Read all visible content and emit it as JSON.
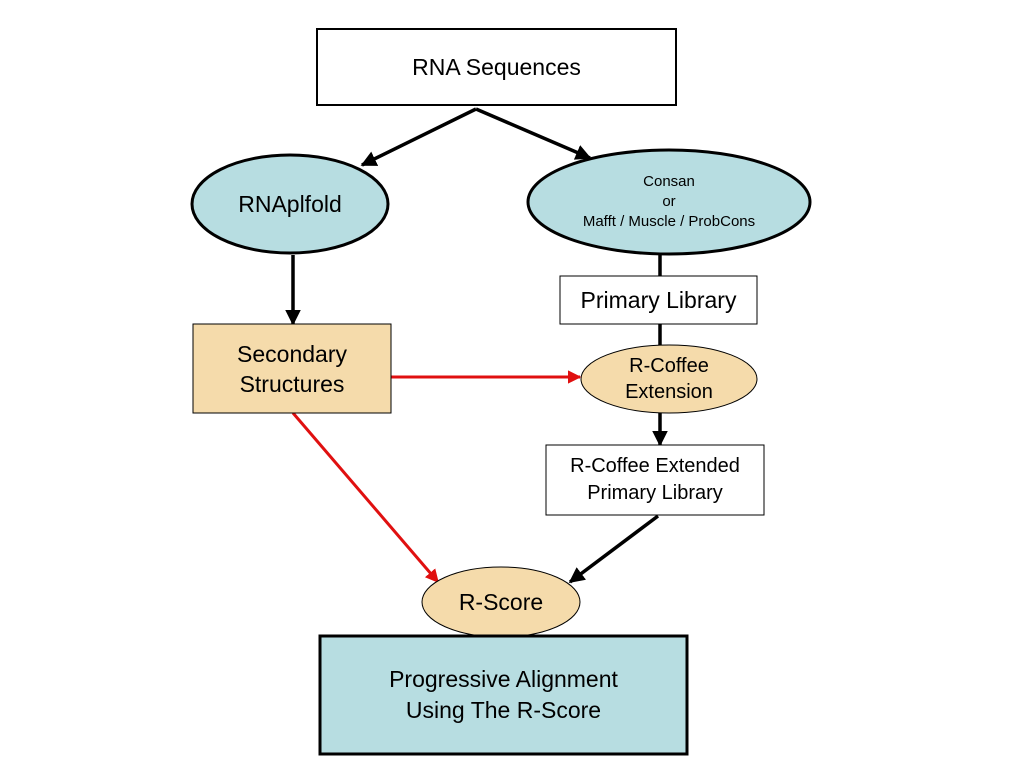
{
  "diagram": {
    "colors": {
      "blue_fill": "#b7dde1",
      "tan_fill": "#f5dbab",
      "white_fill": "#ffffff",
      "black_edge": "#000000",
      "red_edge": "#e01010"
    },
    "nodes": {
      "rna_sequences": {
        "lines": [
          "RNA Sequences"
        ],
        "shape": "rectangle",
        "fill": "white"
      },
      "rnaplfold": {
        "lines": [
          "RNAplfold"
        ],
        "shape": "ellipse",
        "fill": "blue"
      },
      "aligners": {
        "lines": [
          "Consan",
          "or",
          "Mafft / Muscle / ProbCons"
        ],
        "shape": "ellipse",
        "fill": "blue"
      },
      "primary_library": {
        "lines": [
          "Primary Library"
        ],
        "shape": "rectangle",
        "fill": "white"
      },
      "secondary_structures": {
        "lines": [
          "Secondary",
          "Structures"
        ],
        "shape": "rectangle",
        "fill": "tan"
      },
      "rcoffee_extension": {
        "lines": [
          "R-Coffee",
          "Extension"
        ],
        "shape": "ellipse",
        "fill": "tan"
      },
      "extended_library": {
        "lines": [
          "R-Coffee Extended",
          "Primary Library"
        ],
        "shape": "rectangle",
        "fill": "white"
      },
      "rscore": {
        "lines": [
          "R-Score"
        ],
        "shape": "ellipse",
        "fill": "tan"
      },
      "progressive_alignment": {
        "lines": [
          "Progressive Alignment",
          "Using The R-Score"
        ],
        "shape": "rectangle",
        "fill": "blue"
      }
    },
    "edges": [
      {
        "from": "RNA Sequences",
        "to": "RNAplfold",
        "color": "black",
        "arrow": true
      },
      {
        "from": "RNA Sequences",
        "to": "Consan or Mafft / Muscle / ProbCons",
        "color": "black",
        "arrow": true
      },
      {
        "from": "RNAplfold",
        "to": "Secondary Structures",
        "color": "black",
        "arrow": true
      },
      {
        "from": "Consan or Mafft / Muscle / ProbCons",
        "to": "Primary Library",
        "color": "black",
        "arrow": false
      },
      {
        "from": "Primary Library",
        "to": "R-Coffee Extension",
        "color": "black",
        "arrow": false
      },
      {
        "from": "Secondary Structures",
        "to": "R-Coffee Extension",
        "color": "red",
        "arrow": true
      },
      {
        "from": "R-Coffee Extension",
        "to": "R-Coffee Extended Primary Library",
        "color": "black",
        "arrow": true
      },
      {
        "from": "Secondary Structures",
        "to": "R-Score",
        "color": "red",
        "arrow": true
      },
      {
        "from": "R-Coffee Extended Primary Library",
        "to": "R-Score",
        "color": "black",
        "arrow": true
      }
    ]
  }
}
